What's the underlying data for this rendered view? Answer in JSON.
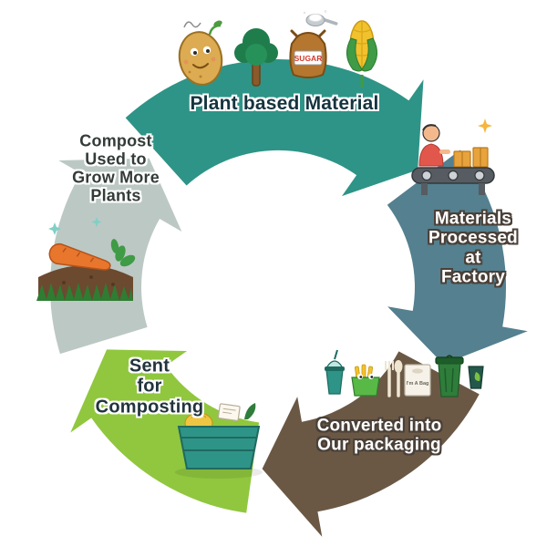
{
  "diagram_type": "circular-cycle",
  "segments": [
    {
      "name": "plant-based-material",
      "label": "Plant based Material",
      "color": "#2e9487"
    },
    {
      "name": "materials-processed-at-factory",
      "label": "Materials\nProcessed\nat\nFactory",
      "color": "#54808f"
    },
    {
      "name": "converted-into-our-packaging",
      "label": "Converted into\nOur packaging",
      "color": "#6a5845"
    },
    {
      "name": "sent-for-composting",
      "label": "Sent\nfor\nComposting",
      "color": "#90c73e"
    },
    {
      "name": "compost-used-to-grow-more-plants",
      "label": "Compost\nUsed to\nGrow More\nPlants",
      "color": "#bcc8c4"
    }
  ],
  "texts": {
    "sugar": "SUGAR",
    "bag": "I'm A Bag"
  },
  "icons": {
    "plant_based_material": [
      "potato-icon",
      "tree-icon",
      "spoon-sugar-icon",
      "sugar-sack-icon",
      "corn-icon"
    ],
    "materials_processed": [
      "factory-conveyor-icon",
      "sparkle-icon"
    ],
    "converted_packaging": [
      "drink-cup-icon",
      "food-container-icon",
      "cutlery-icon",
      "paper-bag-icon",
      "wheelie-bin-icon",
      "leaf-cup-icon"
    ],
    "sent_for_composting": [
      "compost-crate-icon"
    ],
    "compost_grow_plants": [
      "carrot-soil-icon"
    ]
  }
}
